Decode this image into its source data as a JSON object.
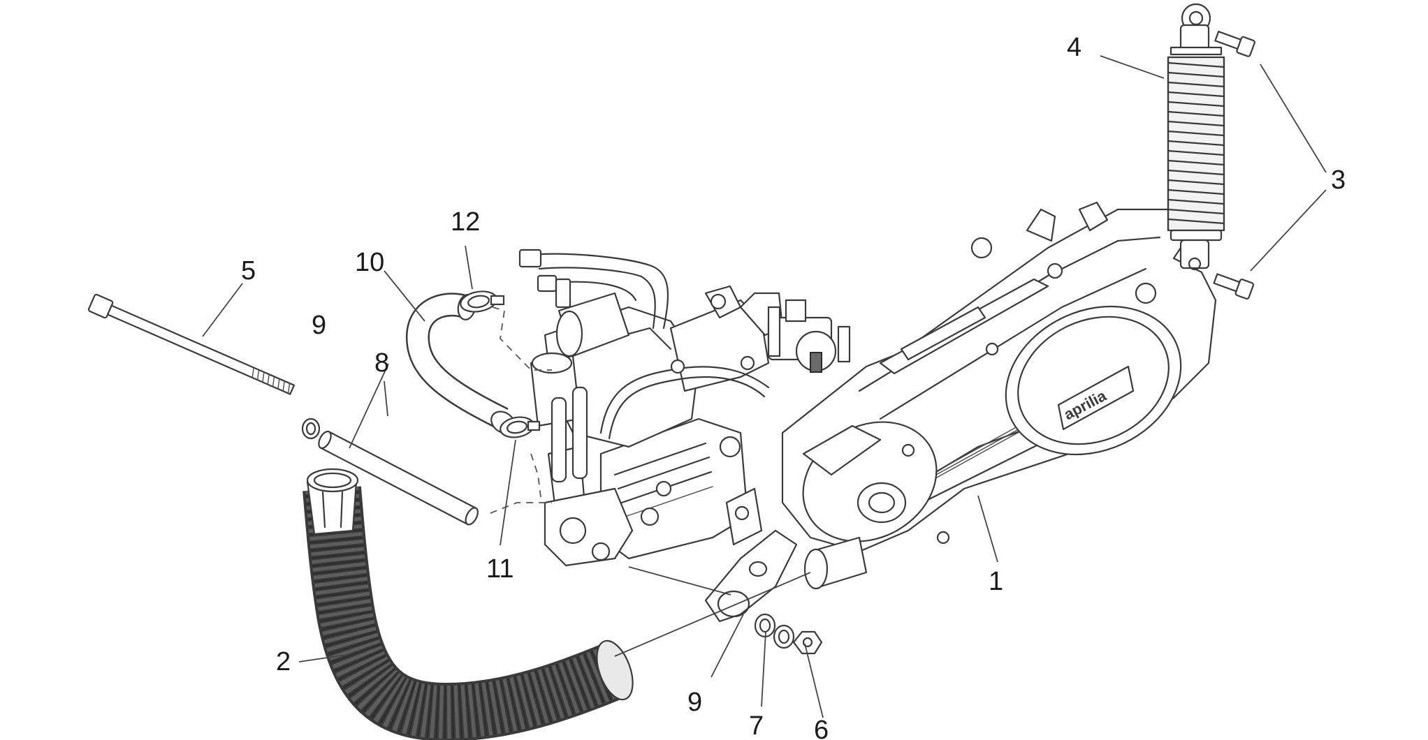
{
  "brand_mark": "aprilia",
  "callouts": [
    {
      "id": "1",
      "text": "1"
    },
    {
      "id": "2",
      "text": "2"
    },
    {
      "id": "3",
      "text": "3"
    },
    {
      "id": "4",
      "text": "4"
    },
    {
      "id": "5",
      "text": "5"
    },
    {
      "id": "6",
      "text": "6"
    },
    {
      "id": "7",
      "text": "7"
    },
    {
      "id": "8",
      "text": "8"
    },
    {
      "id": "9a",
      "text": "9"
    },
    {
      "id": "9b",
      "text": "9"
    },
    {
      "id": "10",
      "text": "10"
    },
    {
      "id": "11",
      "text": "11"
    },
    {
      "id": "12",
      "text": "12"
    }
  ]
}
